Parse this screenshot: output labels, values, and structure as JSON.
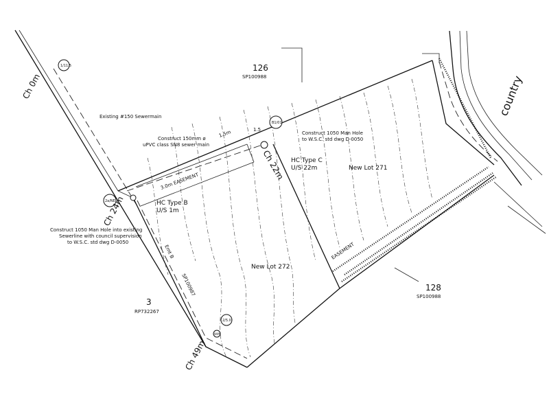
{
  "lots": {
    "lot126": {
      "number": "126",
      "plan": "SP100988"
    },
    "lot128": {
      "number": "128",
      "plan": "SP100988"
    },
    "lot3": {
      "number": "3",
      "plan": "RP732267"
    },
    "lot271": "New Lot 271",
    "lot272": "New Lot 272"
  },
  "road": {
    "name": "country"
  },
  "chainages": {
    "ch0": "Ch 0m",
    "ch24": "Ch 24m",
    "ch22": "Ch 22m",
    "ch49": "Ch 49m"
  },
  "labels": {
    "existing_sewermain": "Existing #150 Sewermain",
    "new_sewer_line1": "Construct 150mm ø",
    "new_sewer_line2": "uPVC class SN8 sewer main",
    "manhole_top_line1": "Construct 1050 Man Hole",
    "manhole_top_line2": "to W.S.C. std dwg D-0050",
    "manhole_left_line1": "Construct 1050 Man Hole into existing",
    "manhole_left_line2": "Sewerline with council supervision",
    "manhole_left_line3": "to W.S.C. std dwg D-0050",
    "hc_b_line1": "HC Type B",
    "hc_b_line2": "U/S 1m",
    "hc_c_line1": "HC Type C",
    "hc_c_line2": "U/S 22m",
    "easement_upper": "3.0m EASEMENT",
    "easement_lower": "EASEMENT",
    "existing_easement_line1": "Emt B",
    "existing_easement_line2": "SP100987",
    "dim_15_a": "1.5",
    "dim_15_b": "1.5m",
    "wm": "W/M"
  },
  "manholes": {
    "top_left": "1/11.5",
    "junction_left": "2a/NE",
    "junction_top": "B1/01",
    "lower": "2/5.0"
  }
}
